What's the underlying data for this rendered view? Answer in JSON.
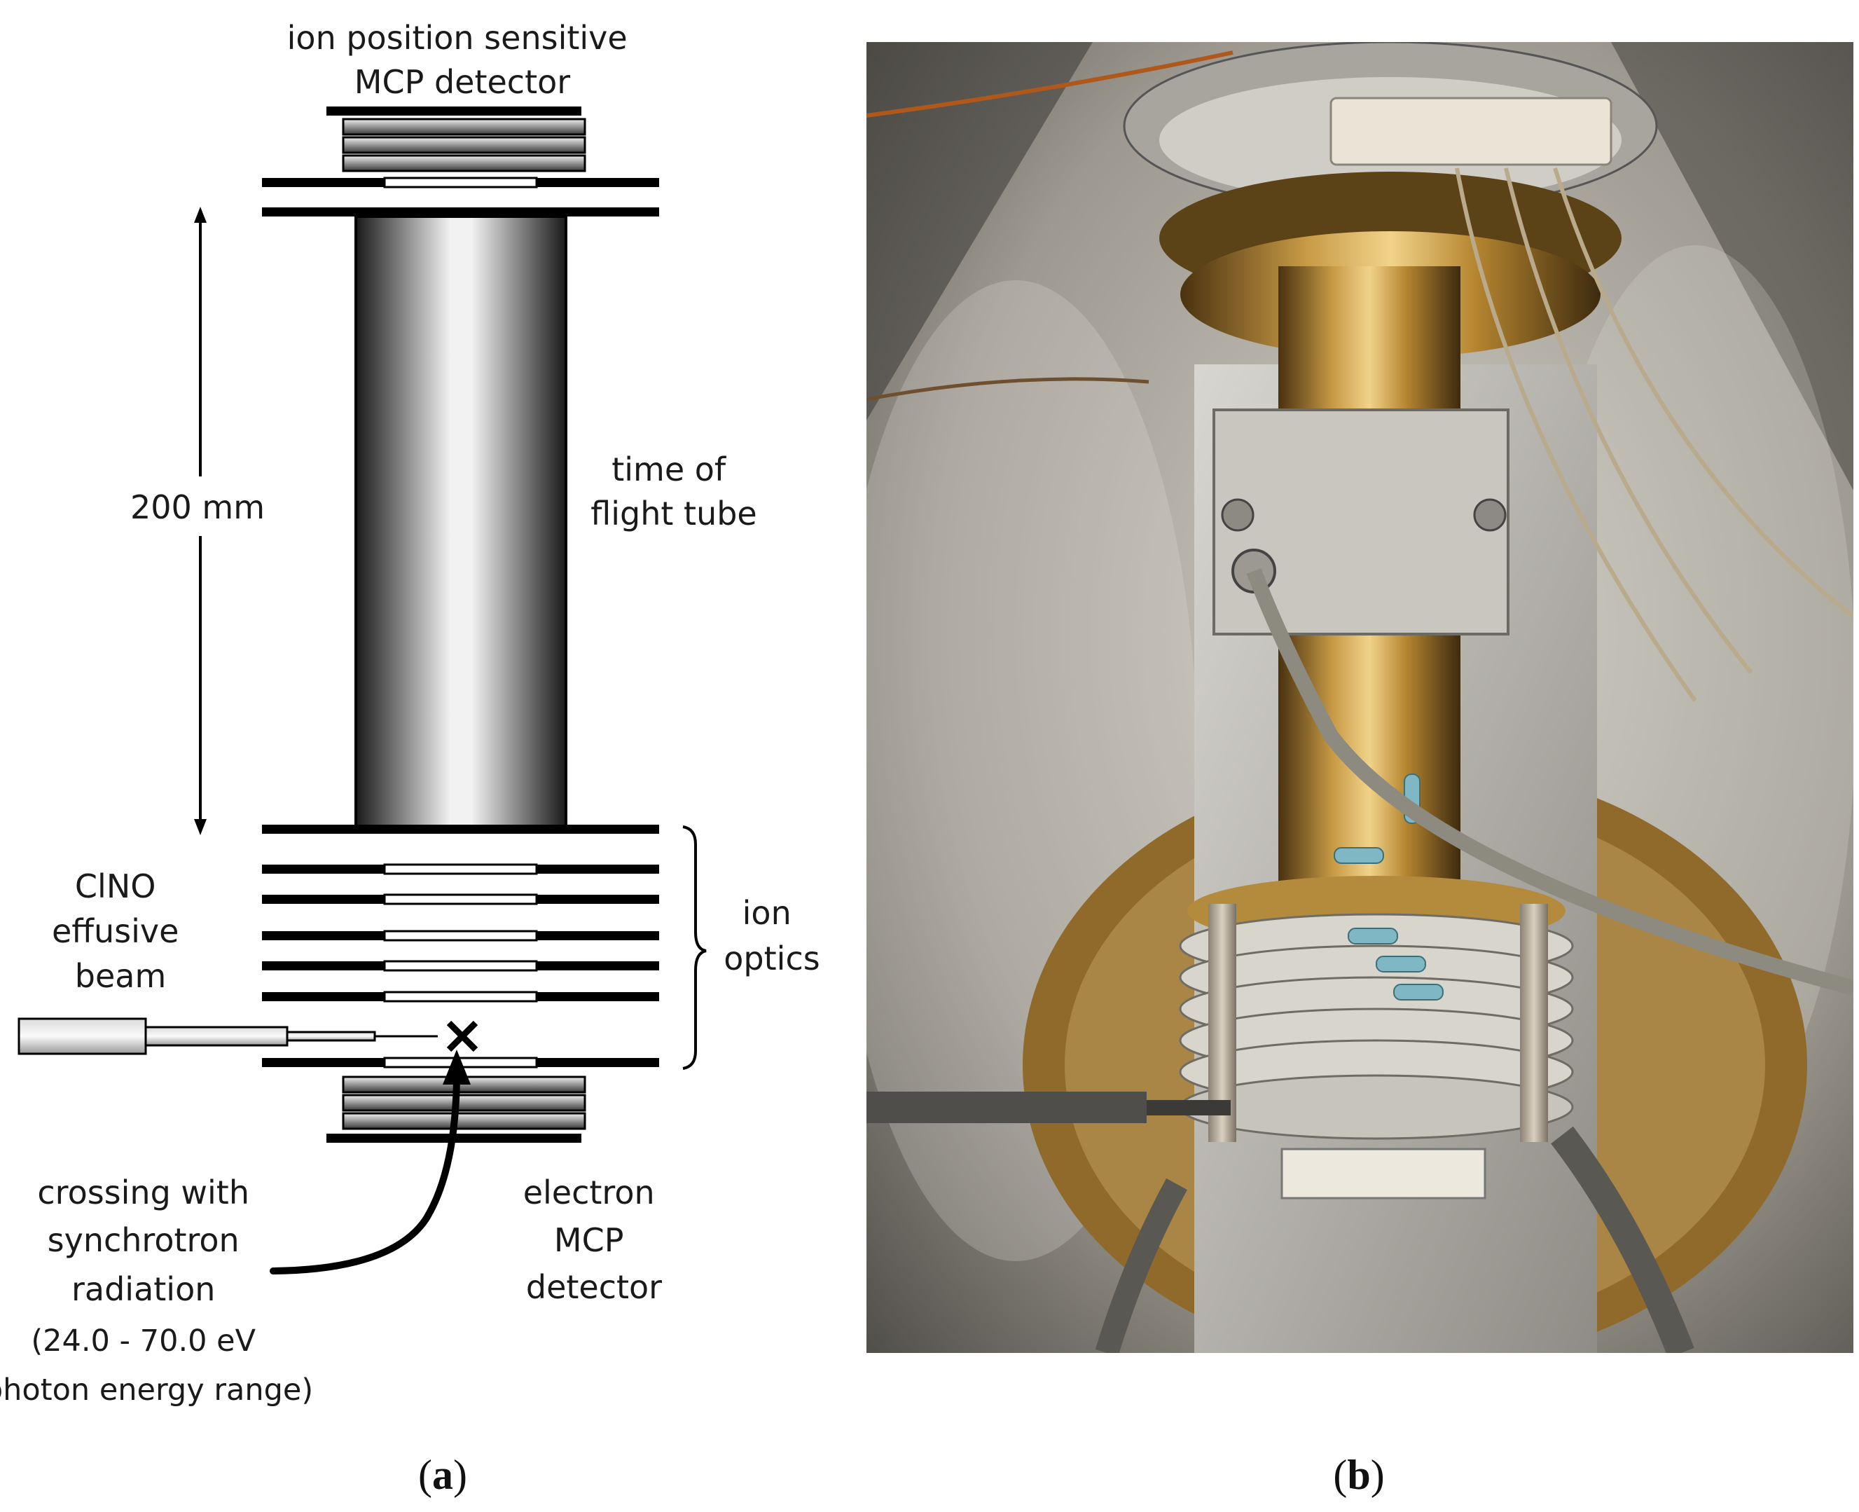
{
  "panel_a": {
    "caption": {
      "open": "(",
      "letter": "a",
      "close": ")"
    },
    "labels": {
      "ion_mcp": [
        "ion position sensitive",
        "MCP detector"
      ],
      "length": "200 mm",
      "tof_tube": [
        "time of",
        "flight tube"
      ],
      "beam": [
        "ClNO",
        "effusive",
        "beam"
      ],
      "ion_optics": [
        "ion",
        "optics"
      ],
      "crossing": [
        "crossing with",
        "synchrotron",
        "radiation",
        "(24.0 - 70.0 eV",
        "photon energy range)"
      ],
      "electron_mcp": [
        "electron",
        "MCP",
        "detector"
      ]
    }
  },
  "panel_b": {
    "caption": {
      "open": "(",
      "letter": "b",
      "close": ")"
    }
  },
  "colors": {
    "line": "#000000",
    "brass": "#b8862e",
    "aluminium": "#b9b6ae"
  }
}
